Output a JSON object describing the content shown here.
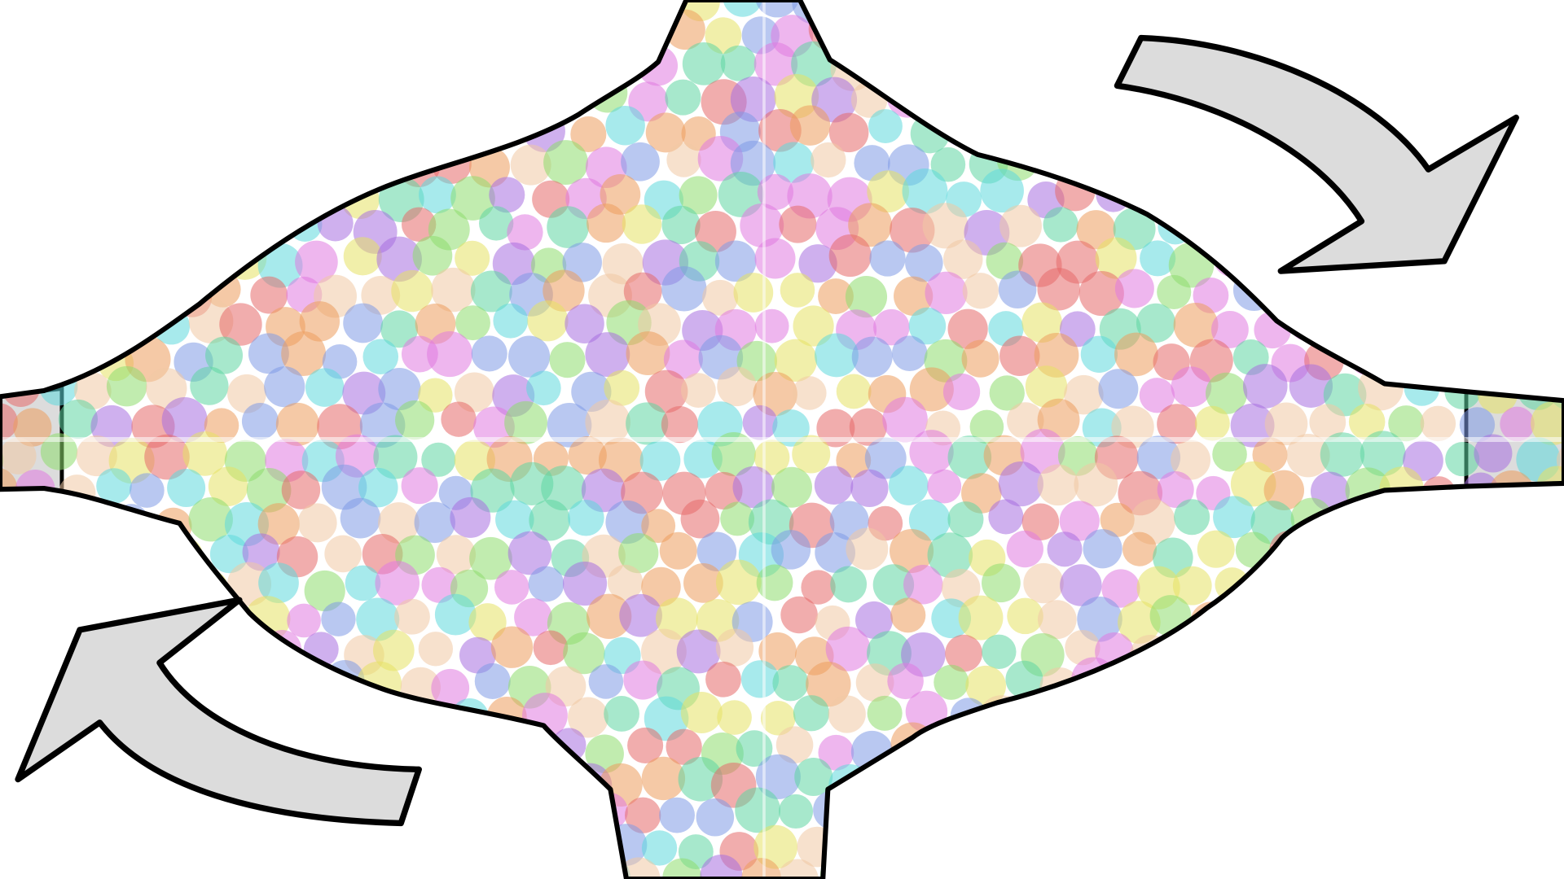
{
  "diagram": {
    "kind": "particle-filled-chamber",
    "background_color": "#ffffff",
    "outline_color": "#000000",
    "arrow_fill_color": "#dcdcdc",
    "ports": [
      "left-inlet",
      "right-outlet",
      "top-port",
      "bottom-port"
    ],
    "arrows": [
      {
        "name": "clockwise-arrow",
        "direction": "down-right"
      },
      {
        "name": "counterclockwise-arrow",
        "direction": "up-left"
      }
    ],
    "particle_colors": [
      "#e56a6a",
      "#ec9c5c",
      "#e6e264",
      "#8edc6e",
      "#5fd6a2",
      "#5fd9dd",
      "#7f9be6",
      "#a86fe0",
      "#e07ae0",
      "#f1c9a4"
    ],
    "particle_opacity": 0.55
  }
}
